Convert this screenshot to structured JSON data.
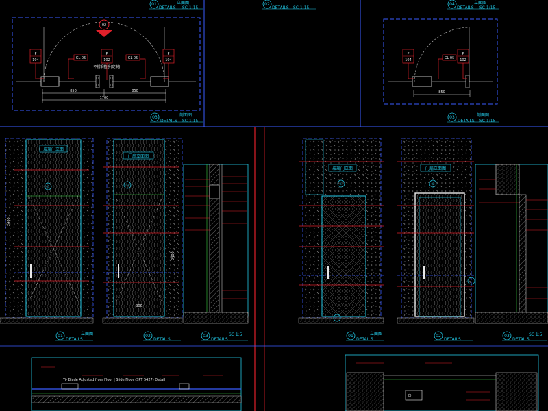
{
  "colors": {
    "background": "#000000",
    "cyan": "#22c8e6",
    "red": "#e0202a",
    "green": "#3cd444",
    "white": "#e8e8e8",
    "blue": "#3a5cff",
    "yellow": "#e8e02a",
    "magenta": "#d040c0"
  },
  "label_small": "DETAILS",
  "callouts": {
    "c01": {
      "num": "01",
      "title": "立面图",
      "scale": "SC 1:15"
    },
    "c02": {
      "num": "02",
      "scale": "SC 1:15"
    },
    "c04": {
      "num": "04",
      "title": "立面图",
      "scale": "SC 1:15"
    },
    "c03a": {
      "num": "03",
      "title": "剖面图",
      "scale": "SC 1:15"
    },
    "c03b": {
      "num": "03",
      "title": "剖面图",
      "scale": "SC 1:15"
    },
    "c01b": {
      "num": "01",
      "title": "立面图"
    },
    "c02b": {
      "num": "02"
    },
    "c03c": {
      "num": "03",
      "scale": "SC 1:5"
    },
    "c01c": {
      "num": "01",
      "title": "立面图"
    },
    "c02c": {
      "num": "02"
    },
    "c03d": {
      "num": "03",
      "scale": "SC 1:5"
    }
  },
  "plan": {
    "section_tag": "02",
    "tags": {
      "p104": {
        "top": "P",
        "bottom": "104"
      },
      "gl05": "GL 05",
      "p102": {
        "top": "P",
        "bottom": "102"
      }
    },
    "note": "不锈钢拉手(定制)",
    "dims": {
      "leaf": "850",
      "total": "1700"
    }
  },
  "elevations": {
    "e1": {
      "title": "玻璃门立面",
      "tag": "01"
    },
    "e2": {
      "title": "门扇立面图",
      "tag": "02"
    },
    "e3": {
      "title": "玻璃门立面",
      "tag": "01"
    },
    "e4": {
      "title": "门扇立面图",
      "tag": "02"
    },
    "dims": {
      "height": "2400",
      "width": "900"
    }
  },
  "detail_note": "Ti- Blade Adjusted from Floor | Slide Floor (SPT 5427) Detail"
}
